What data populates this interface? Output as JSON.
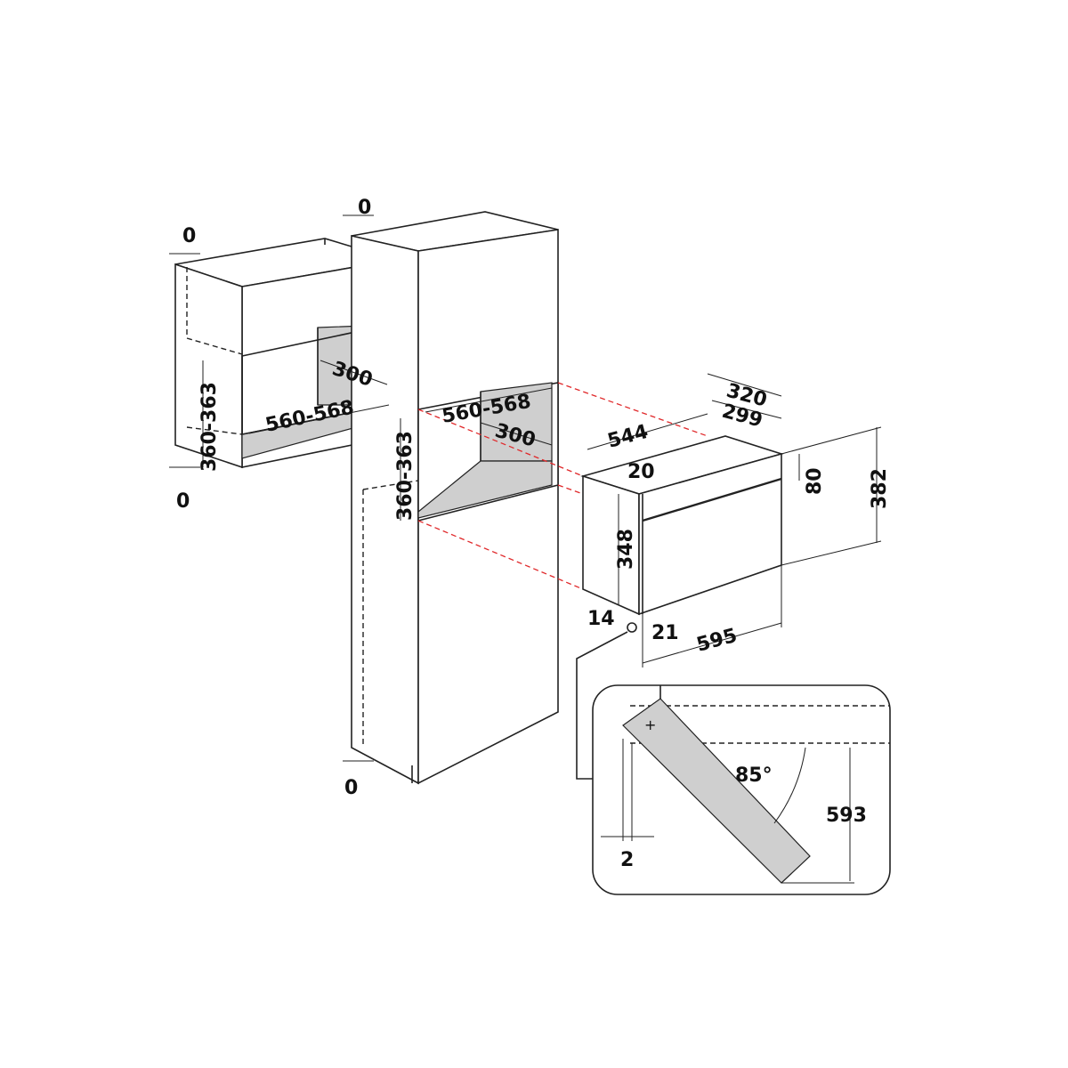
{
  "diagram": {
    "wall_cabinet": {
      "top_gap": "0",
      "bottom_gap": "0",
      "depth": "300",
      "width": "560-568",
      "height": "360-363"
    },
    "tall_cabinet": {
      "top_gap": "0",
      "bottom_gap": "0",
      "depth": "300",
      "width": "560-568",
      "height": "360-363"
    },
    "appliance": {
      "overall_depth": "320",
      "body_depth": "299",
      "body_width": "544",
      "top_offset": "20",
      "panel_height": "80",
      "overall_height": "382",
      "body_height": "348",
      "side_offset": "14",
      "door_thickness": "21",
      "overall_width": "595"
    },
    "detail": {
      "angle": "85°",
      "height": "593",
      "gap": "2"
    }
  }
}
